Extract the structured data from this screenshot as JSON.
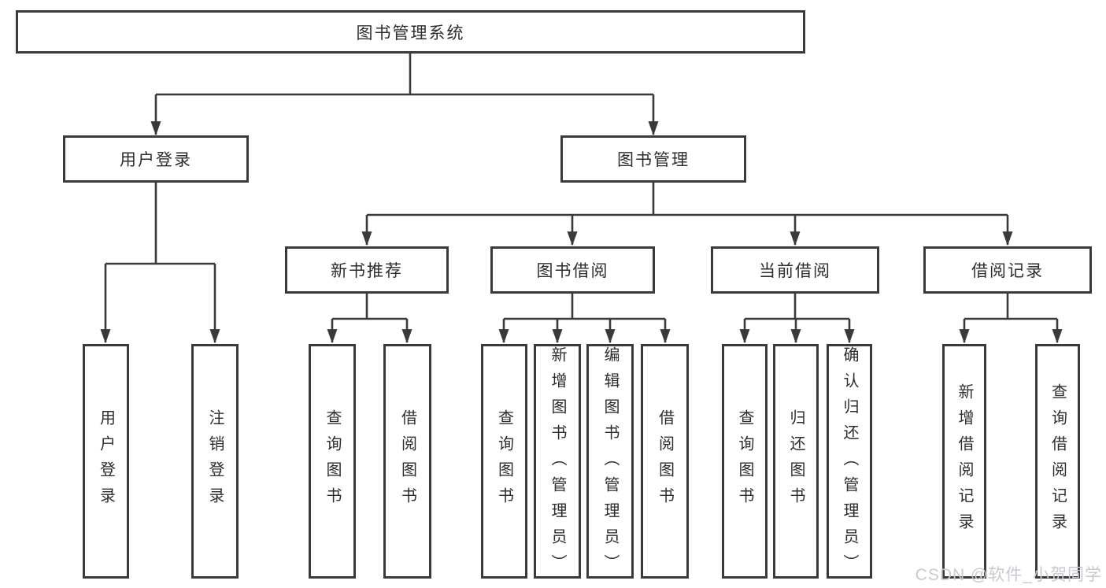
{
  "tree": {
    "label": "图书管理系统",
    "children": [
      {
        "label": "用户登录",
        "children": [
          {
            "label": "用户登录"
          },
          {
            "label": "注销登录"
          }
        ]
      },
      {
        "label": "图书管理",
        "children": [
          {
            "label": "新书推荐",
            "children": [
              {
                "label": "查询图书"
              },
              {
                "label": "借阅图书"
              }
            ]
          },
          {
            "label": "图书借阅",
            "children": [
              {
                "label": "查询图书"
              },
              {
                "label": "新增图书（管理员）"
              },
              {
                "label": "编辑图书（管理员）"
              },
              {
                "label": "借阅图书"
              }
            ]
          },
          {
            "label": "当前借阅",
            "children": [
              {
                "label": "查询图书"
              },
              {
                "label": "归还图书"
              },
              {
                "label": "确认归还（管理员）"
              }
            ]
          },
          {
            "label": "借阅记录",
            "children": [
              {
                "label": "新增借阅记录"
              },
              {
                "label": "查询借阅记录"
              }
            ]
          }
        ]
      }
    ]
  },
  "watermark": {
    "text": "CSDN @软件_小贺同学"
  },
  "colors": {
    "line": "#3a3a3a",
    "box_border": "#3a3a3a",
    "text": "#2d2d2d",
    "background": "#ffffff",
    "watermark": "#c9cad0"
  }
}
